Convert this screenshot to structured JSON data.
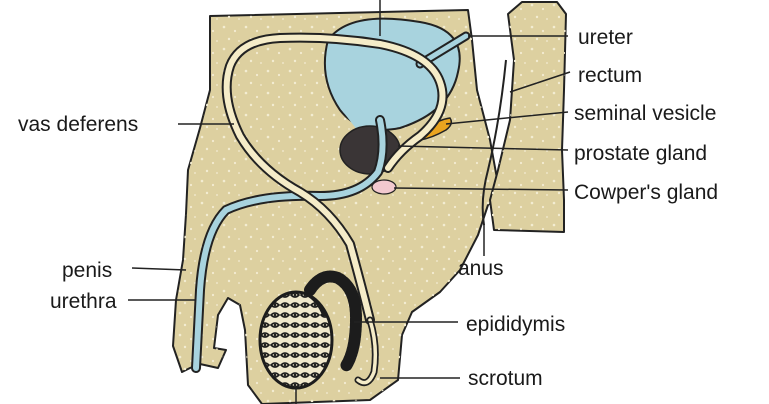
{
  "labels": {
    "ureter": "ureter",
    "rectum": "rectum",
    "seminal_vesicle": "seminal vesicle",
    "prostate_gland": "prostate gland",
    "cowpers_gland": "Cowper's gland",
    "vas_deferens": "vas deferens",
    "anus": "anus",
    "penis": "penis",
    "urethra": "urethra",
    "epididymis": "epididymis",
    "scrotum": "scrotum"
  },
  "colors": {
    "tissue": "#ddd0a0",
    "tissue_speckle": "#f3ecd2",
    "outline": "#222222",
    "bladder": "#a8d3de",
    "duct_fill": "#f5ecc8",
    "prostate": "#3a3536",
    "seminal_vesicle": "#eaa41f",
    "cowpers_gland": "#f2c9cf",
    "label_text": "#1a1a1a"
  }
}
